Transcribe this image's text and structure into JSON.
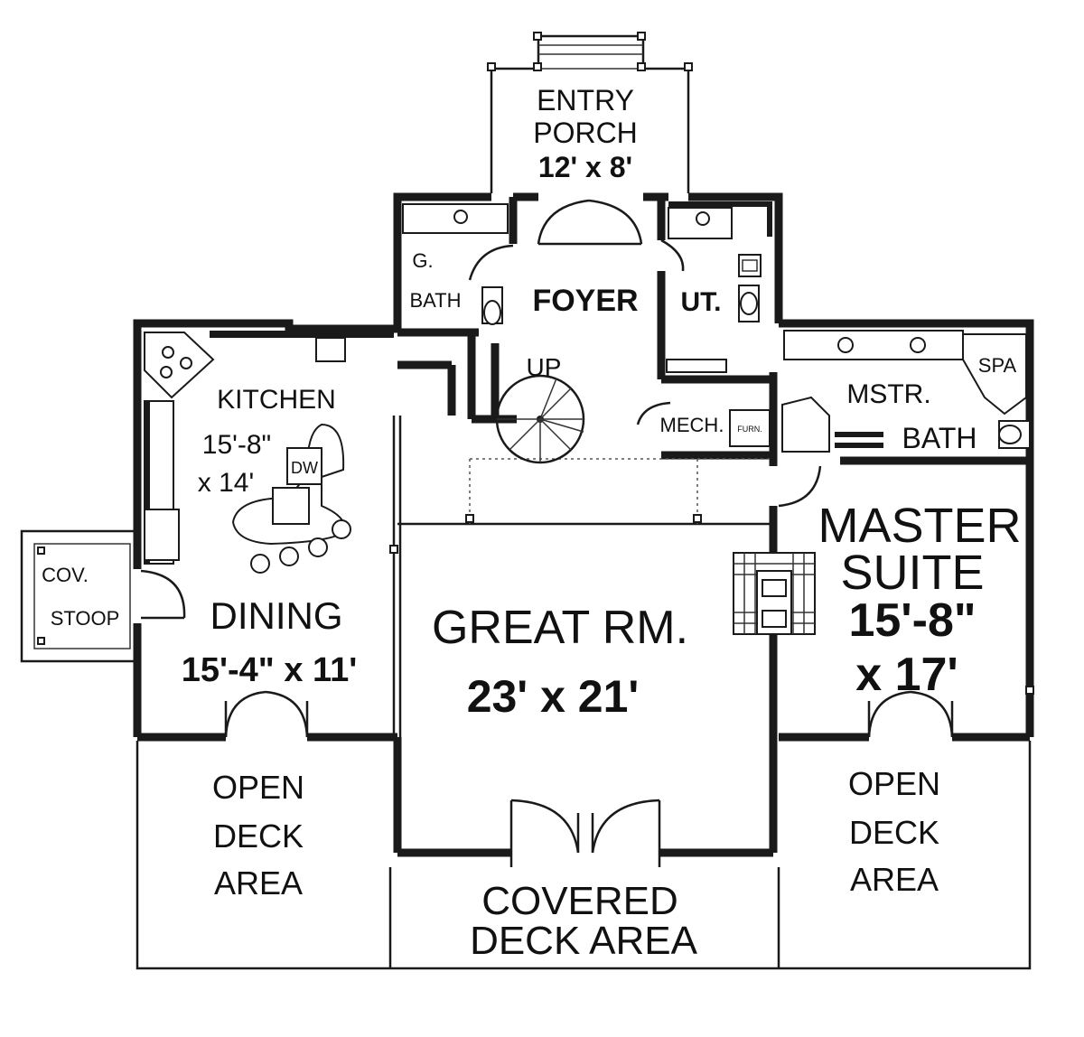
{
  "colors": {
    "wall": "#1a1a1a",
    "background": "#ffffff"
  },
  "rooms": {
    "entry_porch": {
      "line1": "ENTRY",
      "line2": "PORCH",
      "size": "12' x 8'"
    },
    "guest_bath": {
      "line1": "G.",
      "line2": "BATH"
    },
    "foyer": {
      "name": "FOYER",
      "stair_label": "UP"
    },
    "utility": {
      "name": "UT."
    },
    "mechanical": {
      "name": "MECH.",
      "furnace": "FURN."
    },
    "master_bath": {
      "line1": "MSTR.",
      "line2": "BATH",
      "spa": "SPA"
    },
    "kitchen": {
      "name": "KITCHEN",
      "size_line1": "15'-8\"",
      "size_line2": "x 14'",
      "dishwasher": "DW"
    },
    "cov_stoop": {
      "line1": "COV.",
      "line2": "STOOP"
    },
    "dining": {
      "name": "DINING",
      "size": "15'-4\" x 11'"
    },
    "great_room": {
      "name": "GREAT RM.",
      "size": "23' x 21'"
    },
    "master_suite": {
      "line1": "MASTER",
      "line2": "SUITE",
      "size_line1": "15'-8\"",
      "size_line2": "x 17'"
    },
    "open_deck_left": {
      "line1": "OPEN",
      "line2": "DECK",
      "line3": "AREA"
    },
    "open_deck_right": {
      "line1": "OPEN",
      "line2": "DECK",
      "line3": "AREA"
    },
    "covered_deck": {
      "line1": "COVERED",
      "line2": "DECK AREA"
    }
  },
  "icons": {
    "range": "stove-icon",
    "sink": "sink-icon",
    "toilet": "toilet-icon",
    "spiral_stair": "spiral-stair-icon",
    "fireplace": "fireplace-icon",
    "door_swing": "door-swing-icon",
    "spa_tub": "spa-tub-icon",
    "bar_stool": "stool-icon",
    "washer": "washer-icon",
    "shower": "shower-icon"
  }
}
